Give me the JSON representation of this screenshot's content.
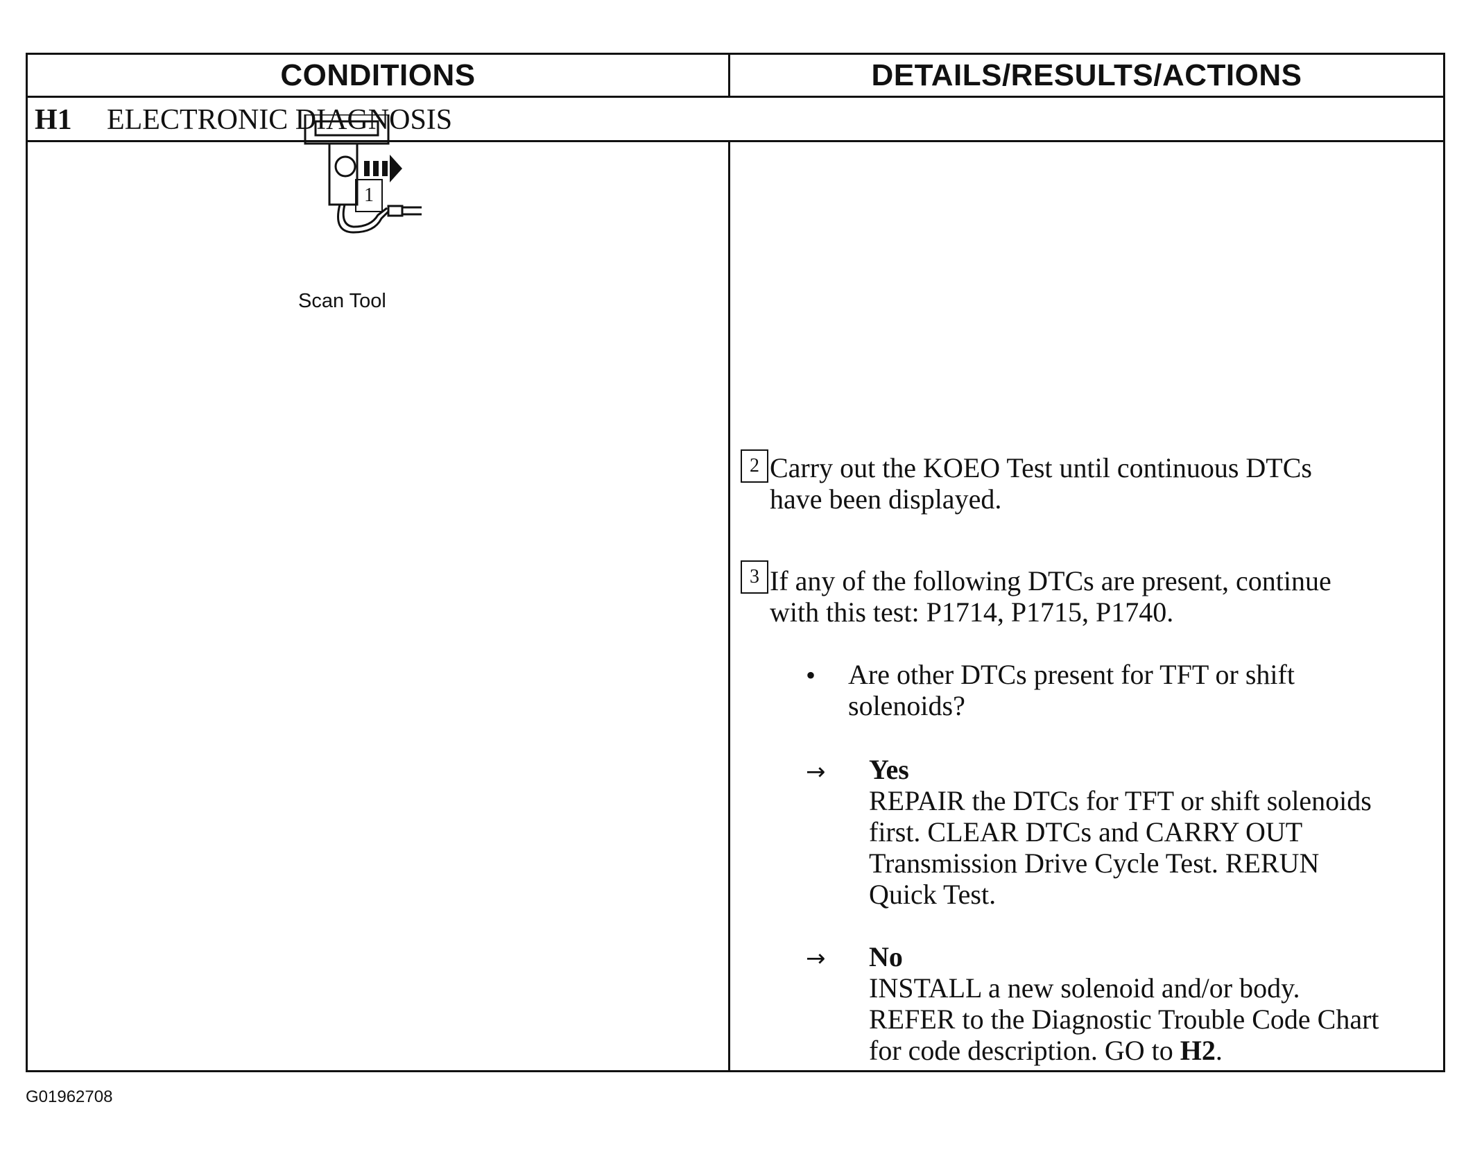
{
  "table": {
    "header": {
      "conditions": "CONDITIONS",
      "details": "DETAILS/RESULTS/ACTIONS"
    },
    "section": {
      "id": "H1",
      "title": "ELECTRONIC DIAGNOSIS"
    }
  },
  "left": {
    "step1_number": "1",
    "figure_icon": "scan-tool-icon",
    "figure_caption": "Scan Tool"
  },
  "right": {
    "step2": {
      "number": "2",
      "text_line1": "Carry out the KOEO Test until continuous DTCs",
      "text_line2": "have been displayed."
    },
    "step3": {
      "number": "3",
      "text_line1": "If any of the following DTCs are present, continue",
      "text_line2": "with this test: P1714, P1715, P1740."
    },
    "question": {
      "line1": "Are other DTCs present for TFT or shift",
      "line2": "solenoids?"
    },
    "yes": {
      "label": "Yes",
      "line1": "REPAIR the DTCs for TFT or shift solenoids",
      "line2": "first. CLEAR DTCs and CARRY OUT",
      "line3": "Transmission Drive Cycle Test. RERUN",
      "line4": "Quick Test."
    },
    "no": {
      "label": "No",
      "line1": "INSTALL a new solenoid and/or body.",
      "line2": "REFER to the Diagnostic Trouble Code Chart",
      "line3_prefix": "for code description. GO to ",
      "line3_ref": "H2",
      "line3_suffix": "."
    }
  },
  "footer": {
    "figure_id": "G01962708"
  }
}
